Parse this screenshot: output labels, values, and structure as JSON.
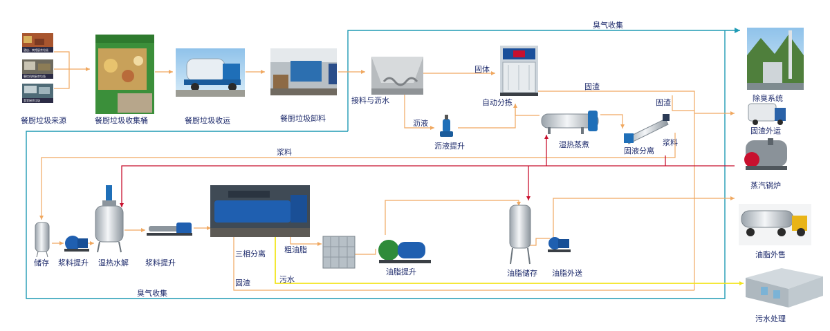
{
  "labels": {
    "source": "餐厨垃圾来源",
    "bin": "餐厨垃圾收集桶",
    "collect_truck": "餐厨垃圾收运",
    "unload": "餐厨垃圾卸料",
    "receive_drain": "接料与沥水",
    "auto_sort": "自动分拣",
    "drain_lift": "沥液提升",
    "steam_cook": "湿热蒸煮",
    "solid_liquid_sep": "固液分离",
    "deodor_system": "除臭系统",
    "residue_out": "固渣外运",
    "steam_boiler": "蒸汽锅炉",
    "oil_sale": "油脂外售",
    "sewage_treat": "污水处理",
    "storage": "储存",
    "slurry_lift_1": "浆料提升",
    "hydrolysis": "湿热水解",
    "slurry_lift_2": "浆料提升",
    "three_phase": "三相分离",
    "crude_oil": "粗油脂",
    "oil_lift": "油脂提升",
    "oil_storage": "油脂储存",
    "oil_transfer": "油脂外送"
  },
  "flow_labels": {
    "odor_top": "臭气收集",
    "odor_bottom": "臭气收集",
    "solid": "固体",
    "residue_1": "固渣",
    "residue_2": "固渣",
    "residue_3": "固渣",
    "leachate": "沥液",
    "slurry_1": "浆料",
    "slurry_2": "浆料",
    "sewage": "污水"
  },
  "source_sub": {
    "a": "酒店、宾馆厨余垃圾",
    "b": "餐饮机构厨余垃圾",
    "c": "食堂厨余垃圾"
  },
  "colors": {
    "odor_line": "#1e9ab4",
    "material_line": "#f0a860",
    "steam_line": "#c8102e",
    "sewage_line": "#f2e51e",
    "label_text": "#1d2a6b"
  }
}
